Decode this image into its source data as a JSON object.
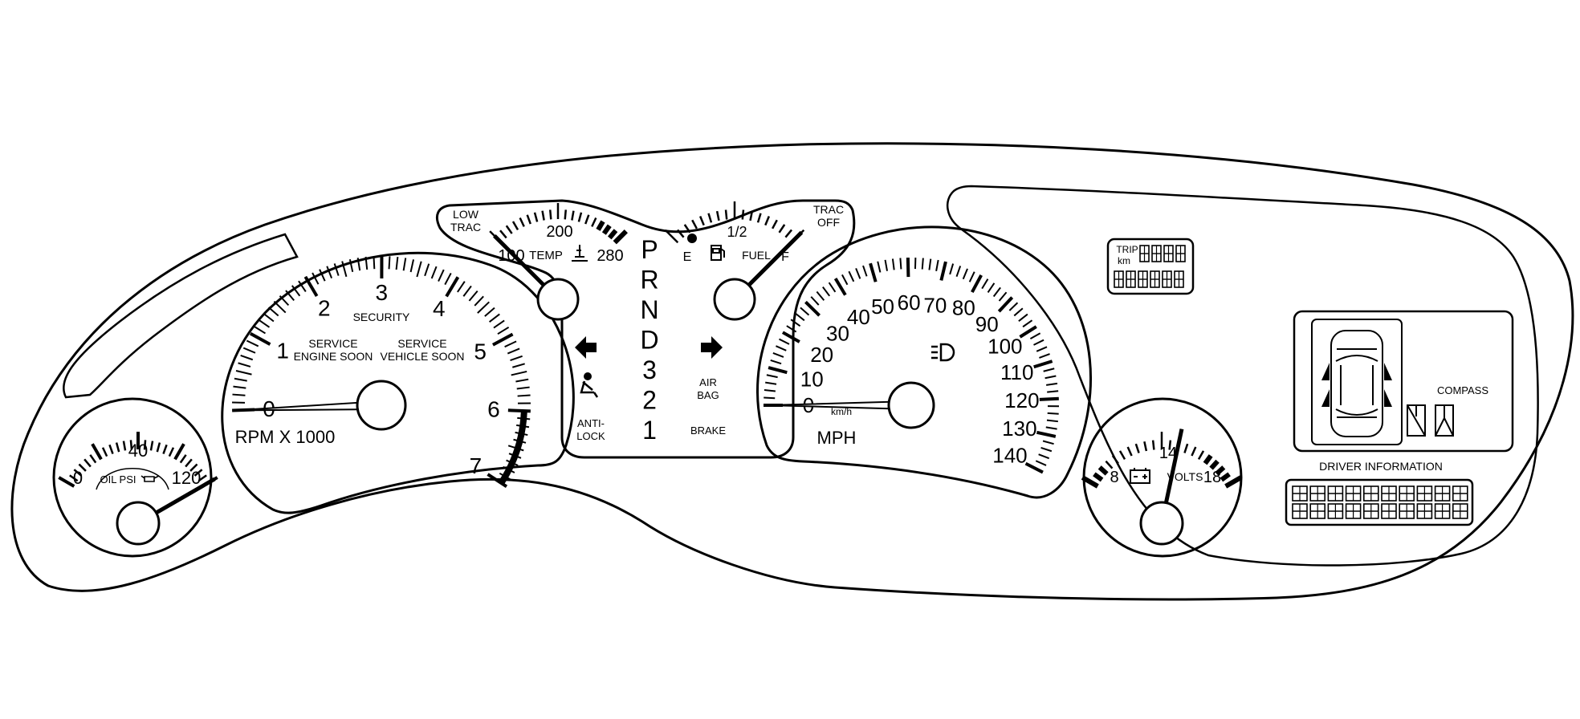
{
  "colors": {
    "line": "#000000",
    "face": "#ffffff"
  },
  "oil_gauge": {
    "labels": [
      "0",
      "40",
      "120"
    ],
    "caption": "OIL PSI",
    "icon": "oil-can-icon",
    "needle_value": 120
  },
  "tachometer": {
    "scale": [
      "0",
      "1",
      "2",
      "3",
      "4",
      "5",
      "6",
      "7"
    ],
    "caption": "RPM X 1000",
    "security": "SECURITY",
    "service_engine": [
      "SERVICE",
      "ENGINE SOON"
    ],
    "service_vehicle": [
      "SERVICE",
      "VEHICLE SOON"
    ],
    "needle_value": 0
  },
  "temp_gauge": {
    "corner_label": [
      "LOW",
      "TRAC"
    ],
    "labels": [
      "100",
      "200",
      "280"
    ],
    "caption": "TEMP",
    "icon": "thermometer-icon",
    "needle_value": 100
  },
  "fuel_gauge": {
    "labels": [
      "E",
      "1/2",
      "F"
    ],
    "caption": "FUEL",
    "icon": "fuel-pump-icon",
    "corner_label": [
      "TRAC",
      "OFF"
    ],
    "needle_value": 1
  },
  "gear_selector": [
    "P",
    "R",
    "N",
    "D",
    "3",
    "2",
    "1"
  ],
  "center_panel": {
    "anti_lock": [
      "ANTI-",
      "LOCK"
    ],
    "air_bag": [
      "AIR",
      "BAG"
    ],
    "brake": "BRAKE",
    "left_turn_icon": "left-turn-arrow-icon",
    "right_turn_icon": "right-turn-arrow-icon",
    "seatbelt_icon": "seatbelt-icon"
  },
  "speedometer": {
    "scale": [
      "0",
      "10",
      "20",
      "30",
      "40",
      "50",
      "60",
      "70",
      "80",
      "90",
      "100",
      "110",
      "120",
      "130",
      "140"
    ],
    "caption": "MPH",
    "subcaption": "km/h",
    "headlight_icon": "headlight-icon",
    "needle_value": 0
  },
  "volts_gauge": {
    "labels": [
      "8",
      "14",
      "18"
    ],
    "caption": "VOLTS",
    "icon": "battery-icon",
    "needle_value": 14
  },
  "trip_display": {
    "label_top": "TRIP",
    "label_bottom": "km"
  },
  "compass": {
    "label": "COMPASS"
  },
  "driver_information": {
    "label": "DRIVER INFORMATION"
  }
}
